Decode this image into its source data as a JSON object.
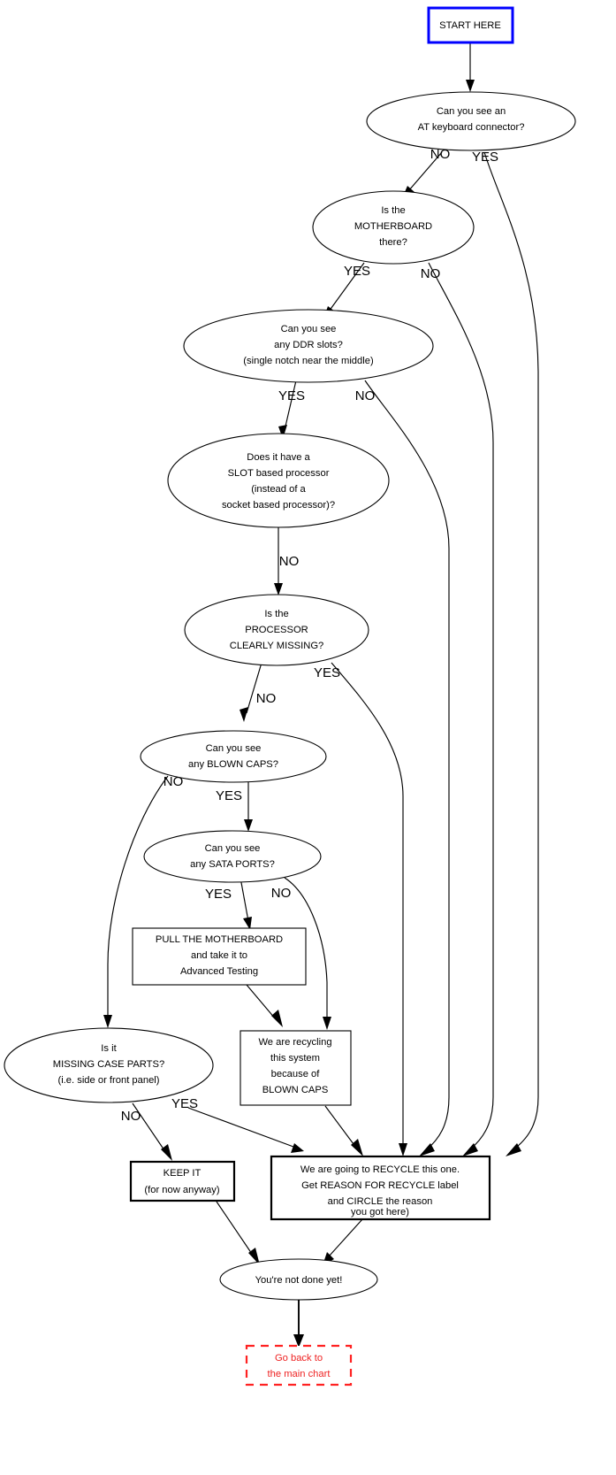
{
  "chart_data": {
    "type": "diagram",
    "title": "Motherboard / system triage flowchart",
    "diagram_kind": "decision-flowchart",
    "colors": {
      "start_border": "#0000ff",
      "end_border": "#ff2222",
      "node_fill": "#ffffff",
      "line": "#000000"
    },
    "nodes": [
      {
        "id": "start",
        "shape": "box",
        "style": "blue-border",
        "lines": [
          "START HERE"
        ]
      },
      {
        "id": "at_kbd",
        "shape": "ellipse",
        "style": "plain",
        "lines": [
          "Can you see an",
          "AT keyboard connector?"
        ]
      },
      {
        "id": "mobo",
        "shape": "ellipse",
        "style": "plain",
        "lines": [
          "Is the",
          "MOTHERBOARD",
          "there?"
        ]
      },
      {
        "id": "ddr",
        "shape": "ellipse",
        "style": "plain",
        "lines": [
          "Can you see",
          "any DDR slots?",
          "(single notch near the middle)"
        ]
      },
      {
        "id": "slot_cpu",
        "shape": "ellipse",
        "style": "plain",
        "lines": [
          "Does it have a",
          "SLOT based processor",
          "(instead of a",
          "socket based processor)?"
        ]
      },
      {
        "id": "cpu_missing",
        "shape": "ellipse",
        "style": "plain",
        "lines": [
          "Is the",
          "PROCESSOR",
          "CLEARLY MISSING?"
        ]
      },
      {
        "id": "blown_caps",
        "shape": "ellipse",
        "style": "plain",
        "lines": [
          "Can you see",
          "any BLOWN CAPS?"
        ]
      },
      {
        "id": "sata",
        "shape": "ellipse",
        "style": "plain",
        "lines": [
          "Can you see",
          "any SATA PORTS?"
        ]
      },
      {
        "id": "pull_mobo",
        "shape": "box",
        "style": "plain",
        "lines": [
          "PULL THE MOTHERBOARD",
          "and take it to",
          "Advanced Testing"
        ]
      },
      {
        "id": "case_parts",
        "shape": "ellipse",
        "style": "plain",
        "lines": [
          "Is it",
          "MISSING CASE PARTS?",
          "(i.e. side or front panel)"
        ]
      },
      {
        "id": "recyc_caps",
        "shape": "box",
        "style": "plain",
        "lines": [
          "We are recycling",
          "this system",
          "because of",
          "BLOWN CAPS"
        ]
      },
      {
        "id": "keep_it",
        "shape": "box",
        "style": "thick",
        "lines": [
          "KEEP IT",
          "(for now anyway)"
        ]
      },
      {
        "id": "recycle",
        "shape": "box",
        "style": "thick",
        "lines": [
          "We are going to RECYCLE this one.",
          "Get REASON FOR RECYCLE label",
          "and CIRCLE the reason",
          "you got here)"
        ]
      },
      {
        "id": "not_done",
        "shape": "ellipse",
        "style": "plain",
        "lines": [
          "You're not done yet!"
        ]
      },
      {
        "id": "go_back",
        "shape": "box",
        "style": "red-dashed",
        "lines": [
          "Go back to",
          "the main chart"
        ]
      }
    ],
    "edges": [
      {
        "from": "start",
        "to": "at_kbd",
        "label": ""
      },
      {
        "from": "at_kbd",
        "to": "mobo",
        "label": "NO"
      },
      {
        "from": "at_kbd",
        "to": "recycle",
        "label": "YES"
      },
      {
        "from": "mobo",
        "to": "ddr",
        "label": "YES"
      },
      {
        "from": "mobo",
        "to": "recycle",
        "label": "NO"
      },
      {
        "from": "ddr",
        "to": "slot_cpu",
        "label": "YES"
      },
      {
        "from": "ddr",
        "to": "recycle",
        "label": "NO"
      },
      {
        "from": "slot_cpu",
        "to": "cpu_missing",
        "label": "NO"
      },
      {
        "from": "cpu_missing",
        "to": "blown_caps",
        "label": "NO"
      },
      {
        "from": "cpu_missing",
        "to": "recycle",
        "label": "YES"
      },
      {
        "from": "blown_caps",
        "to": "case_parts",
        "label": "NO"
      },
      {
        "from": "blown_caps",
        "to": "sata",
        "label": "YES"
      },
      {
        "from": "sata",
        "to": "pull_mobo",
        "label": "YES"
      },
      {
        "from": "sata",
        "to": "recyc_caps",
        "label": "NO"
      },
      {
        "from": "pull_mobo",
        "to": "recyc_caps",
        "label": ""
      },
      {
        "from": "case_parts",
        "to": "keep_it",
        "label": "NO"
      },
      {
        "from": "case_parts",
        "to": "recycle",
        "label": "YES"
      },
      {
        "from": "recyc_caps",
        "to": "recycle",
        "label": ""
      },
      {
        "from": "keep_it",
        "to": "not_done",
        "label": ""
      },
      {
        "from": "recycle",
        "to": "not_done",
        "label": ""
      },
      {
        "from": "not_done",
        "to": "go_back",
        "label": ""
      }
    ]
  },
  "nodes": {
    "start": {
      "l1": "START HERE"
    },
    "at_kbd": {
      "l1": "Can you see an",
      "l2": "AT keyboard connector?"
    },
    "mobo": {
      "l1": "Is the",
      "l2": "MOTHERBOARD",
      "l3": "there?"
    },
    "ddr": {
      "l1": "Can you see",
      "l2": "any DDR slots?",
      "l3": "(single notch near the middle)"
    },
    "slot_cpu": {
      "l1": "Does it have a",
      "l2": "SLOT based processor",
      "l3": "(instead of a",
      "l4": "socket based processor)?"
    },
    "cpu_missing": {
      "l1": "Is the",
      "l2": "PROCESSOR",
      "l3": "CLEARLY MISSING?"
    },
    "blown_caps": {
      "l1": "Can you see",
      "l2": "any BLOWN CAPS?"
    },
    "sata": {
      "l1": "Can you see",
      "l2": "any SATA PORTS?"
    },
    "pull_mobo": {
      "l1": "PULL THE MOTHERBOARD",
      "l2": "and take it to",
      "l3": "Advanced Testing"
    },
    "case_parts": {
      "l1": "Is it",
      "l2": "MISSING CASE PARTS?",
      "l3": "(i.e. side or front panel)"
    },
    "recyc_caps": {
      "l1": "We are recycling",
      "l2": "this system",
      "l3": "because of",
      "l4": "BLOWN CAPS"
    },
    "keep_it": {
      "l1": "KEEP IT",
      "l2": "(for now anyway)"
    },
    "recycle": {
      "l1": "We are going to RECYCLE this one.",
      "l2": "Get REASON FOR RECYCLE label",
      "l3": "and CIRCLE the reason",
      "l4": "you got here)"
    },
    "not_done": {
      "l1": "You're not done yet!"
    },
    "go_back": {
      "l1": "Go back to",
      "l2": "the main chart"
    }
  },
  "labels": {
    "at_kbd_no": "NO",
    "at_kbd_yes": "YES",
    "mobo_yes": "YES",
    "mobo_no": "NO",
    "ddr_yes": "YES",
    "ddr_no": "NO",
    "slot_cpu_no": "NO",
    "cpu_missing_no": "NO",
    "cpu_missing_yes": "YES",
    "blown_caps_no": "NO",
    "blown_caps_yes": "YES",
    "sata_yes": "YES",
    "sata_no": "NO",
    "case_parts_no": "NO",
    "case_parts_yes": "YES"
  }
}
